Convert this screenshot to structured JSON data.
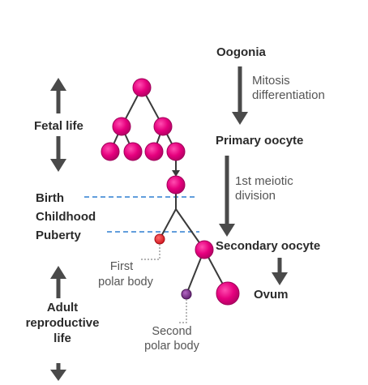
{
  "stages": {
    "oogonia": "Oogonia",
    "mitosis": "Mitosis",
    "differentiation": "differentiation",
    "primary_oocyte": "Primary oocyte",
    "meiotic_1": "1st meiotic",
    "meiotic_2": "division",
    "secondary_oocyte": "Secondary oocyte",
    "ovum": "Ovum"
  },
  "life": {
    "fetal": "Fetal life",
    "birth": "Birth",
    "childhood": "Childhood",
    "puberty": "Puberty",
    "adult_1": "Adult",
    "adult_2": "reproductive",
    "adult_3": "life"
  },
  "polar": {
    "first_1": "First",
    "first_2": "polar body",
    "second_1": "Second",
    "second_2": "polar body"
  },
  "colors": {
    "cell": "#e6007e",
    "first_polar": "#e8242b",
    "second_polar": "#7b2d8b",
    "arrow": "#4a4a4a",
    "dash": "#2f7fd0"
  }
}
